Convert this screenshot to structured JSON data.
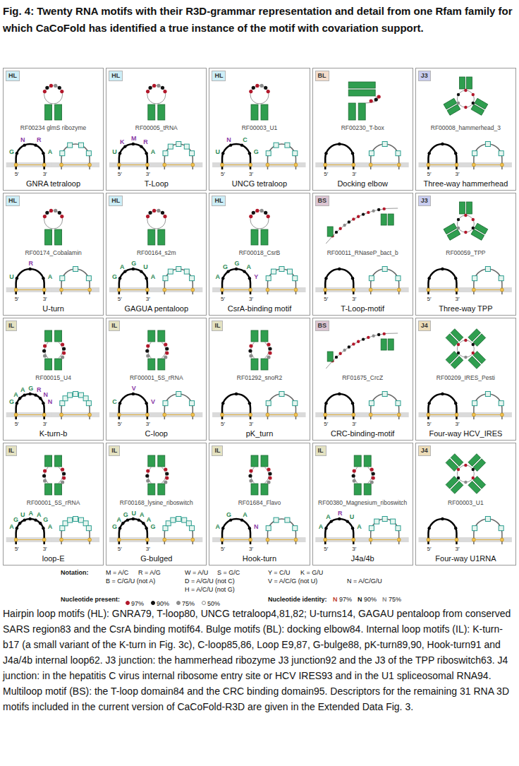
{
  "diagram": {
    "title": "Fig. 4: Twenty RNA motifs with their R3D-grammar representation and detail from one Rfam family for which CaCoFold has identified a true instance of the motif with covariation support.",
    "caption": "Hairpin loop motifs (HL): GNRA79, T-loop80, UNCG tetraloop4,81,82; U-turns14, GAGAU pentaloop from conserved SARS region83 and the CsrA binding motif64. Bulge motifs (BL): docking elbow84. Internal loop motifs (IL): K-turn-b17 (a small variant of the K-turn in Fig. 3c), C-loop85,86, Loop E9,87, G-bulge88, pK-turn89,90, Hook-turn91 and J4a/4b internal loop62. J3 junction: the hammerhead ribozyme J3 junction92 and the J3 of the TPP riboswitch63. J4 junction: in the hepatitis C virus internal ribosome entry site or HCV IRES93 and in the U1 spliceosomal RNA94. Multiloop motif (BS): the T-loop domain84 and the CRC binding domain95. Descriptors for the remaining 31 RNA 3D motifs included in the current version of CaCoFold-R3D are given in the Extended Data Fig. 3.",
    "nodes": [
      {
        "text": [
          "RF00234 glmS ribozyme",
          "GNRA tetraloop"
        ]
      },
      {
        "text": [
          "HL"
        ],
        "in": 0
      },
      {
        "text": [
          "RF00005_tRNA",
          "T-Loop"
        ]
      },
      {
        "text": [
          "HL"
        ],
        "in": 2
      },
      {
        "text": [
          "RF00003_U1",
          "UNCG tetraloop"
        ]
      },
      {
        "text": [
          "HL"
        ],
        "in": 4
      },
      {
        "text": [
          "RF00230_T-box",
          "Docking elbow"
        ]
      },
      {
        "text": [
          "BL"
        ],
        "in": 6
      },
      {
        "text": [
          "RF00008_hammerhead_3",
          "Three-way hammerhead"
        ]
      },
      {
        "text": [
          "J3"
        ],
        "in": 8
      },
      {
        "text": [
          "RF00174_Cobalamin",
          "U-turn"
        ]
      },
      {
        "text": [
          "HL"
        ],
        "in": 10
      },
      {
        "text": [
          "RF00164_s2m",
          "GAGUA pentaloop"
        ]
      },
      {
        "text": [
          "HL"
        ],
        "in": 12
      },
      {
        "text": [
          "RF00018_CsrB",
          "CsrA-binding motif"
        ]
      },
      {
        "text": [
          "HL"
        ],
        "in": 14
      },
      {
        "text": [
          "RF00011_RNaseP_bact_b",
          "T-Loop-motif"
        ]
      },
      {
        "text": [
          "BS"
        ],
        "in": 16
      },
      {
        "text": [
          "RF00059_TPP",
          "Three-way TPP"
        ]
      },
      {
        "text": [
          "J3"
        ],
        "in": 18
      },
      {
        "text": [
          "RF00015_U4",
          "K-turn-b"
        ]
      },
      {
        "text": [
          "IL"
        ],
        "in": 20
      },
      {
        "text": [
          "RF00001_5S_rRNA",
          "C-loop"
        ]
      },
      {
        "text": [
          "IL"
        ],
        "in": 22
      },
      {
        "text": [
          "RF01292_snoR2",
          "pK_turn"
        ]
      },
      {
        "text": [
          "IL"
        ],
        "in": 24
      },
      {
        "text": [
          "RF01675_CrcZ",
          "CRC-binding-motif"
        ]
      },
      {
        "text": [
          "BS"
        ],
        "in": 26
      },
      {
        "text": [
          "RF00209_IRES_Pesti",
          "Four-way HCV_IRES"
        ]
      },
      {
        "text": [
          "J4"
        ],
        "in": 28
      },
      {
        "text": [
          "RF00001_5S_rRNA",
          "loop-E"
        ]
      },
      {
        "text": [
          "IL"
        ],
        "in": 30
      },
      {
        "text": [
          "RF00168_lysine_riboswitch",
          "G-bulged"
        ]
      },
      {
        "text": [
          "IL"
        ],
        "in": 32
      },
      {
        "text": [
          "RF01684_Flavo",
          "Hook-turn"
        ]
      },
      {
        "text": [
          "IL"
        ],
        "in": 34
      },
      {
        "text": [
          "RF00380_Magnesium_riboswitch",
          "J4a/4b"
        ]
      },
      {
        "text": [
          "IL"
        ],
        "in": 36
      },
      {
        "text": [
          "RF00003_U1",
          "Four-way U1RNA"
        ]
      },
      {
        "text": [
          "J4"
        ],
        "in": 38
      }
    ],
    "labels": [
      "5′",
      "3′",
      "G",
      "N",
      "R",
      "A",
      "5′",
      "3′",
      "U",
      "K",
      "M",
      "R",
      "A",
      "5′",
      "3′",
      "U",
      "N",
      "C",
      "G",
      "5′",
      "3′",
      "5′",
      "3′",
      "5′",
      "3′",
      "U",
      "R",
      "A",
      "5′",
      "3′",
      "G",
      "A",
      "G",
      "U",
      "A",
      "5′",
      "3′",
      "A",
      "G",
      "G",
      "A",
      "Y",
      "5′",
      "3′",
      "5′",
      "3′",
      "5′",
      "3′",
      "G",
      "A",
      "A",
      "G",
      "R",
      "N",
      "N",
      "5′",
      "3′",
      "C",
      "V",
      "V",
      "5′",
      "3′",
      "5′",
      "3′",
      "5′",
      "3′",
      "5′",
      "3′",
      "A",
      "G",
      "U",
      "A",
      "A",
      "G",
      "A",
      "5′",
      "3′",
      "G",
      "A",
      "G",
      "U",
      "A",
      "A",
      "G",
      "5′",
      "3′",
      "A",
      "G",
      "A",
      "N",
      "5′",
      "3′",
      "A",
      "A",
      "R",
      "U",
      "A",
      "5′",
      "3′",
      "Notation:",
      "M = A/C",
      "R = A/G",
      "W = A/U",
      "S = G/C",
      "Y = C/U",
      "K = G/U",
      "B = C/G/U (not A)",
      "D = A/G/U (not C)",
      "V = A/C/G (not U)",
      "N = A/C/G/U",
      "H = A/C/U (not G)",
      "Nucleotide present:",
      "Nucleotide identity:",
      "N",
      "97%",
      "N",
      "90%",
      "N",
      "75%"
    ],
    "legend": [
      {
        "text": "97%",
        "color": "#b2182b"
      },
      {
        "text": "90%",
        "color": "#111111"
      },
      {
        "text": "75%",
        "color": "#8c8c8c"
      },
      {
        "text": "50%",
        "color": "#ffffff"
      }
    ]
  }
}
